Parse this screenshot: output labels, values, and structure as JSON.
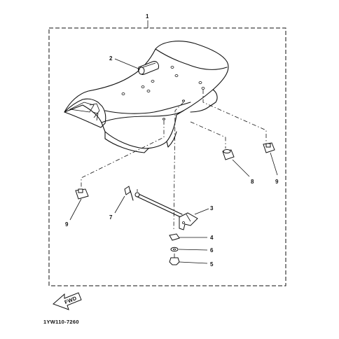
{
  "callouts": {
    "assembly": "1",
    "seat_lock": "2",
    "lock_bracket": "3",
    "clip": "4",
    "washer": "5",
    "bolt": "6",
    "hook": "7",
    "damper": "8",
    "grommet_left": "9",
    "grommet_right": "9"
  },
  "fwd_label": "FWD",
  "drawing_code": "1YW110-7260"
}
